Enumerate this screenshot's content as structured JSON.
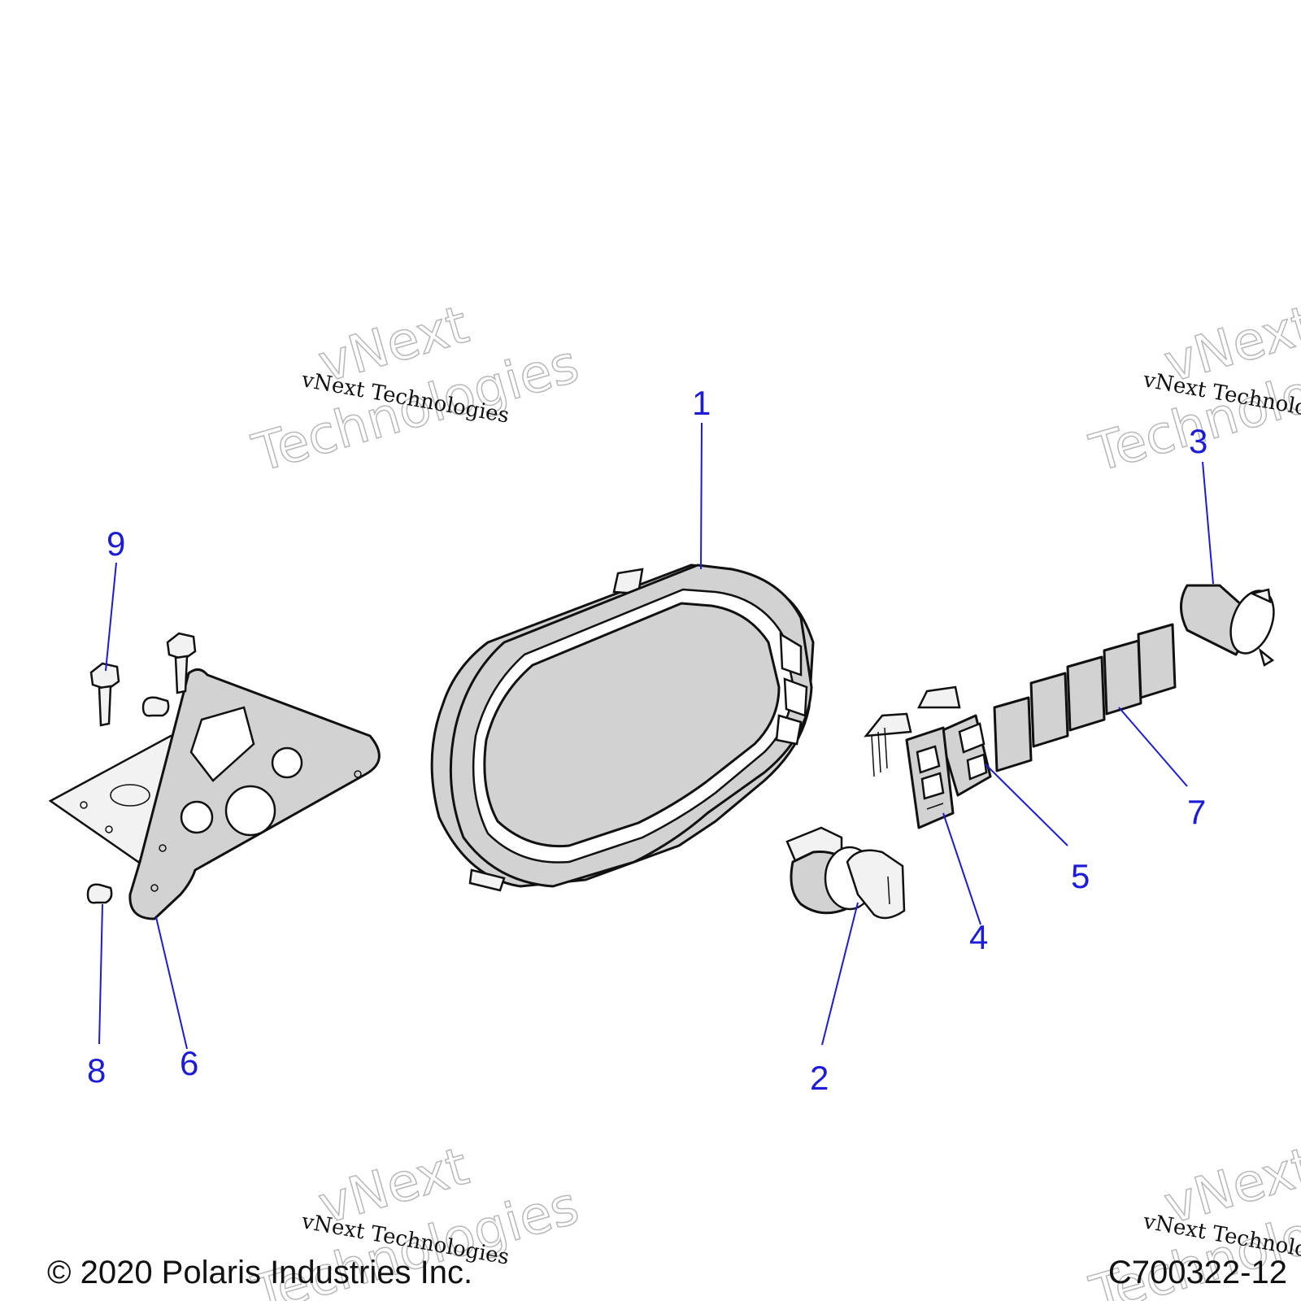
{
  "diagram": {
    "callouts": [
      {
        "id": "1",
        "label": "1"
      },
      {
        "id": "2",
        "label": "2"
      },
      {
        "id": "3",
        "label": "3"
      },
      {
        "id": "4",
        "label": "4"
      },
      {
        "id": "5",
        "label": "5"
      },
      {
        "id": "6",
        "label": "6"
      },
      {
        "id": "7",
        "label": "7"
      },
      {
        "id": "8",
        "label": "8"
      },
      {
        "id": "9",
        "label": "9"
      }
    ],
    "watermark": {
      "line": "vNext Technologies",
      "big_top": "vNext",
      "big_bottom": "Technologies"
    },
    "footer": {
      "copyright": "© 2020 Polaris Industries Inc.",
      "drawing_number": "C700322-12"
    }
  },
  "colors": {
    "callout": "#1c1cd6",
    "part_fill": "#d2d2d2",
    "outline": "#111111"
  }
}
